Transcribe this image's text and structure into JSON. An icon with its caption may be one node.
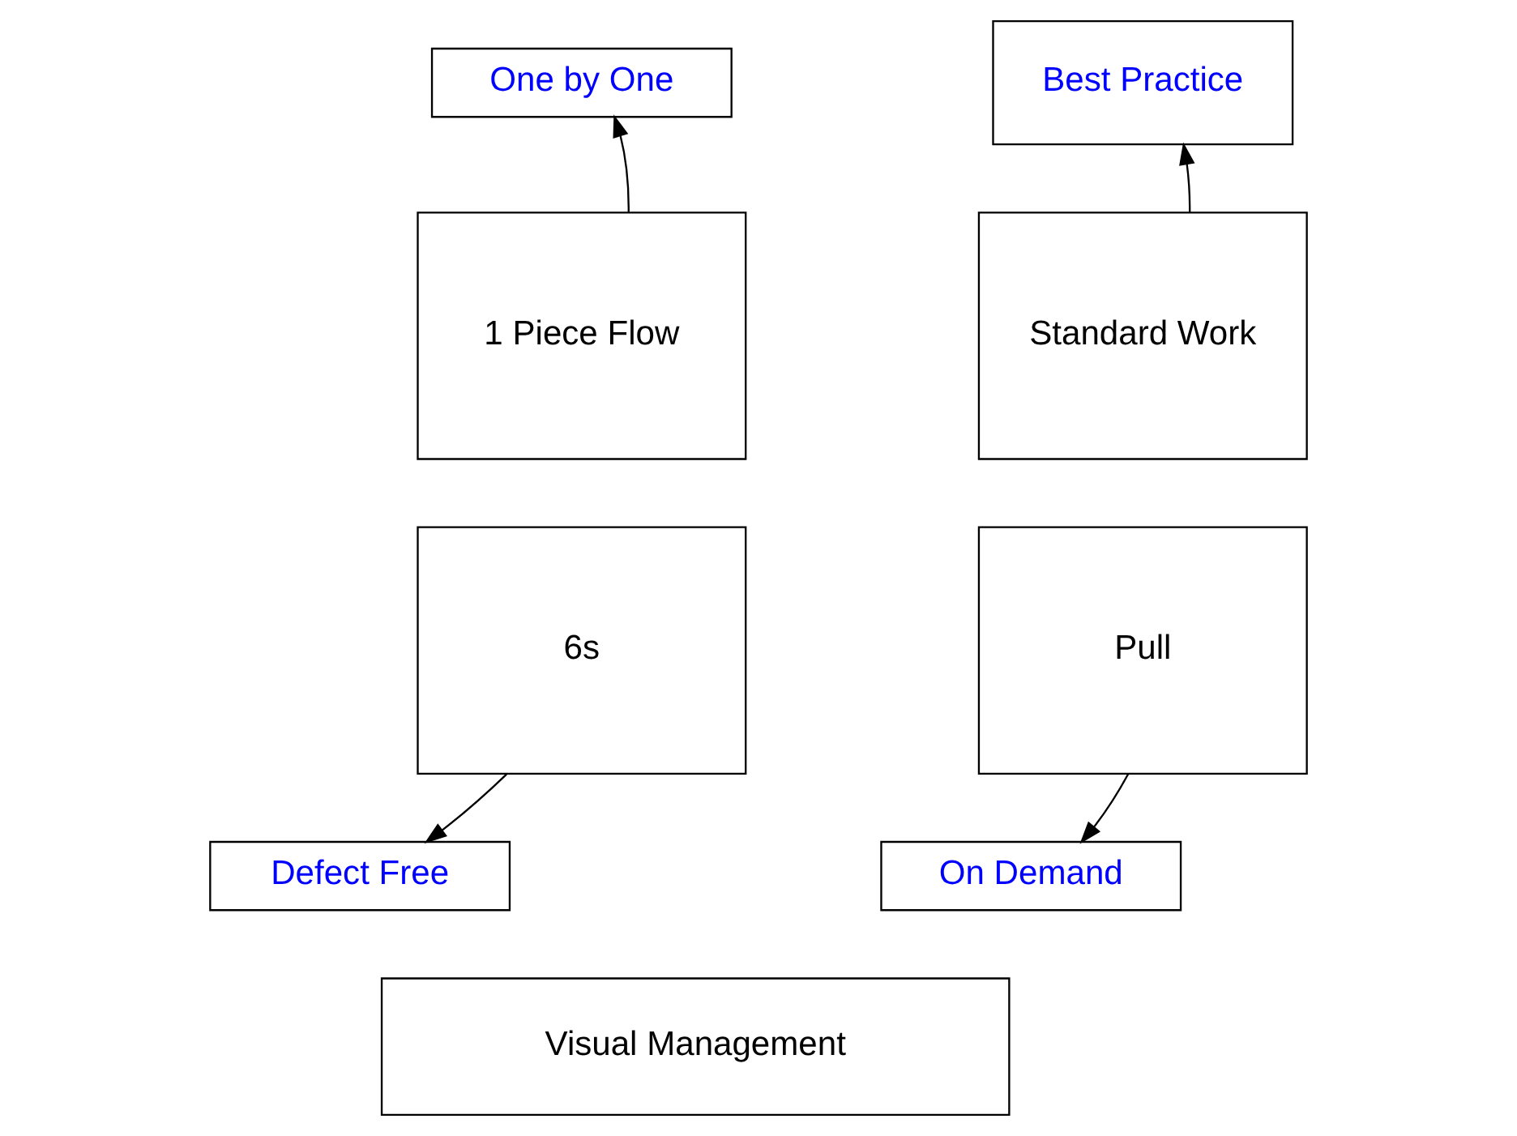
{
  "diagram": {
    "nodes": [
      {
        "text": [
          "One by One"
        ]
      },
      {
        "text": [
          "Best Practice"
        ]
      },
      {
        "text": [
          "1 Piece Flow"
        ]
      },
      {
        "text": [
          "Standard Work"
        ]
      },
      {
        "text": [
          "6s"
        ]
      },
      {
        "text": [
          "Pull"
        ]
      },
      {
        "text": [
          "Defect Free"
        ]
      },
      {
        "text": [
          "On Demand"
        ]
      },
      {
        "text": [
          "Visual Management"
        ]
      }
    ],
    "edges": [
      {
        "from": 2,
        "to": 0,
        "arrow": "to"
      },
      {
        "from": 3,
        "to": 1,
        "arrow": "to"
      },
      {
        "from": 4,
        "to": 6,
        "arrow": "to"
      },
      {
        "from": 5,
        "to": 7,
        "arrow": "to"
      }
    ]
  }
}
